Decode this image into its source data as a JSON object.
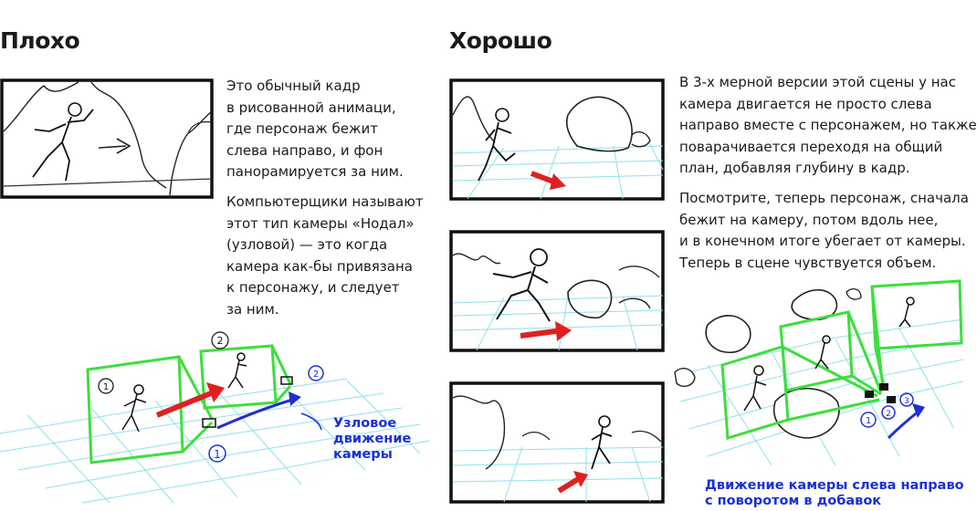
{
  "bad": {
    "title": "Плохо",
    "paragraph1": "Это обычный кадр\nв рисованной анимаци,\nгде персонаж бежит\nслева направо, и фон\nпанорамируется за ним.",
    "paragraph2": "Компьютерщики называют\nэтот тип камеры «Нодал»\n(узловой) — это когда\nкамера как-бы привязана\nк персонажу, и следует\nза ним.",
    "diagram": {
      "marker_1": "1",
      "marker_2": "2",
      "marker_2_camera": "2",
      "marker_1_camera": "1",
      "caption": "Узловое\nдвижение\nкамеры"
    }
  },
  "good": {
    "title": "Хорошо",
    "paragraph1": "В 3-х мерной версии этой сцены у нас\nкамера двигается не просто слева\nнаправо вместе с персонажем, но также\nповарачивается переходя на общий\nплан, добавляя глубину в кадр.",
    "paragraph2": "Посмотрите, теперь персонаж, сначала\nбежит на камеру, потом вдоль нее,\nи в конечном итоге убегает от камеры.\nТеперь в сцене чувствуется объем.",
    "diagram": {
      "marker_1": "1",
      "marker_2": "2",
      "marker_3": "3",
      "caption": "Движение камеры слева направо\nс поворотом в добавок"
    }
  },
  "colors": {
    "frame_stroke": "#111111",
    "grid": "#8fe0ee",
    "frustum_green": "#3dde3d",
    "arrow_red": "#e02020",
    "arrow_blue": "#1f2fd0",
    "text": "#1b1b1b"
  }
}
